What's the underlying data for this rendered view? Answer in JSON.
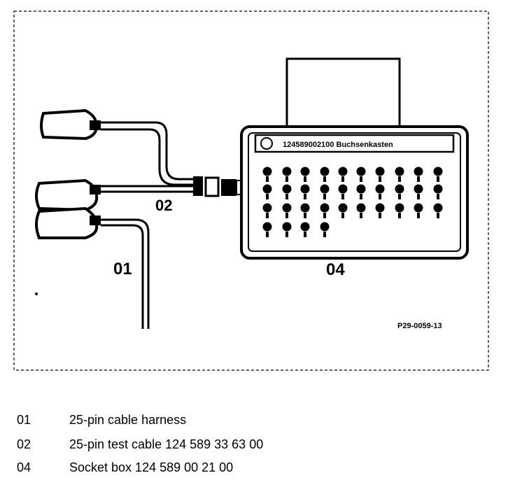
{
  "figure": {
    "callouts": {
      "harness": "01",
      "test_cable": "02",
      "socket_box": "04"
    },
    "box_label": "124589002100 Buchsenkasten",
    "figure_id": "P29-0059-13"
  },
  "legend": [
    {
      "code": "01",
      "description": "25-pin cable harness"
    },
    {
      "code": "02",
      "description": "25-pin test cable 124 589 33 63 00"
    },
    {
      "code": "04",
      "description": "Socket box 124 589 00 21 00"
    }
  ],
  "colors": {
    "ink": "#000000",
    "paper": "#ffffff"
  }
}
